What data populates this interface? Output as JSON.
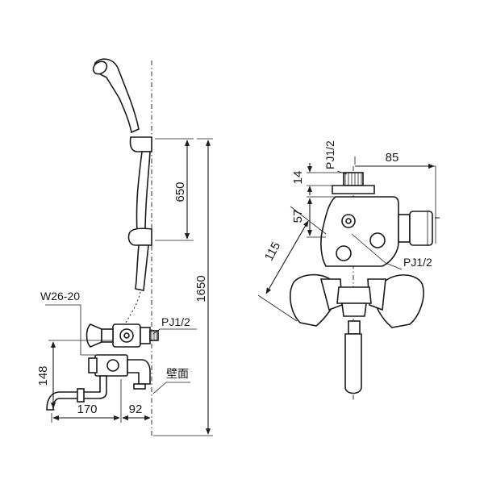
{
  "dimensions": {
    "shower_hook_spacing": "650",
    "shower_height": "1650",
    "outlet_height": "148",
    "spout_projection": "170",
    "faucet_projection": "92",
    "supply_offset_top": "14",
    "center_height": "57",
    "handle_span": "115",
    "shower_outlet_offset": "85"
  },
  "labels": {
    "hose_thread": "W26-20",
    "supply_pipe_side": "PJ1/2",
    "wall_surface": "壁面",
    "shower_outlet_top": "PJ1/2",
    "supply_inlet_front": "PJ1/2"
  }
}
